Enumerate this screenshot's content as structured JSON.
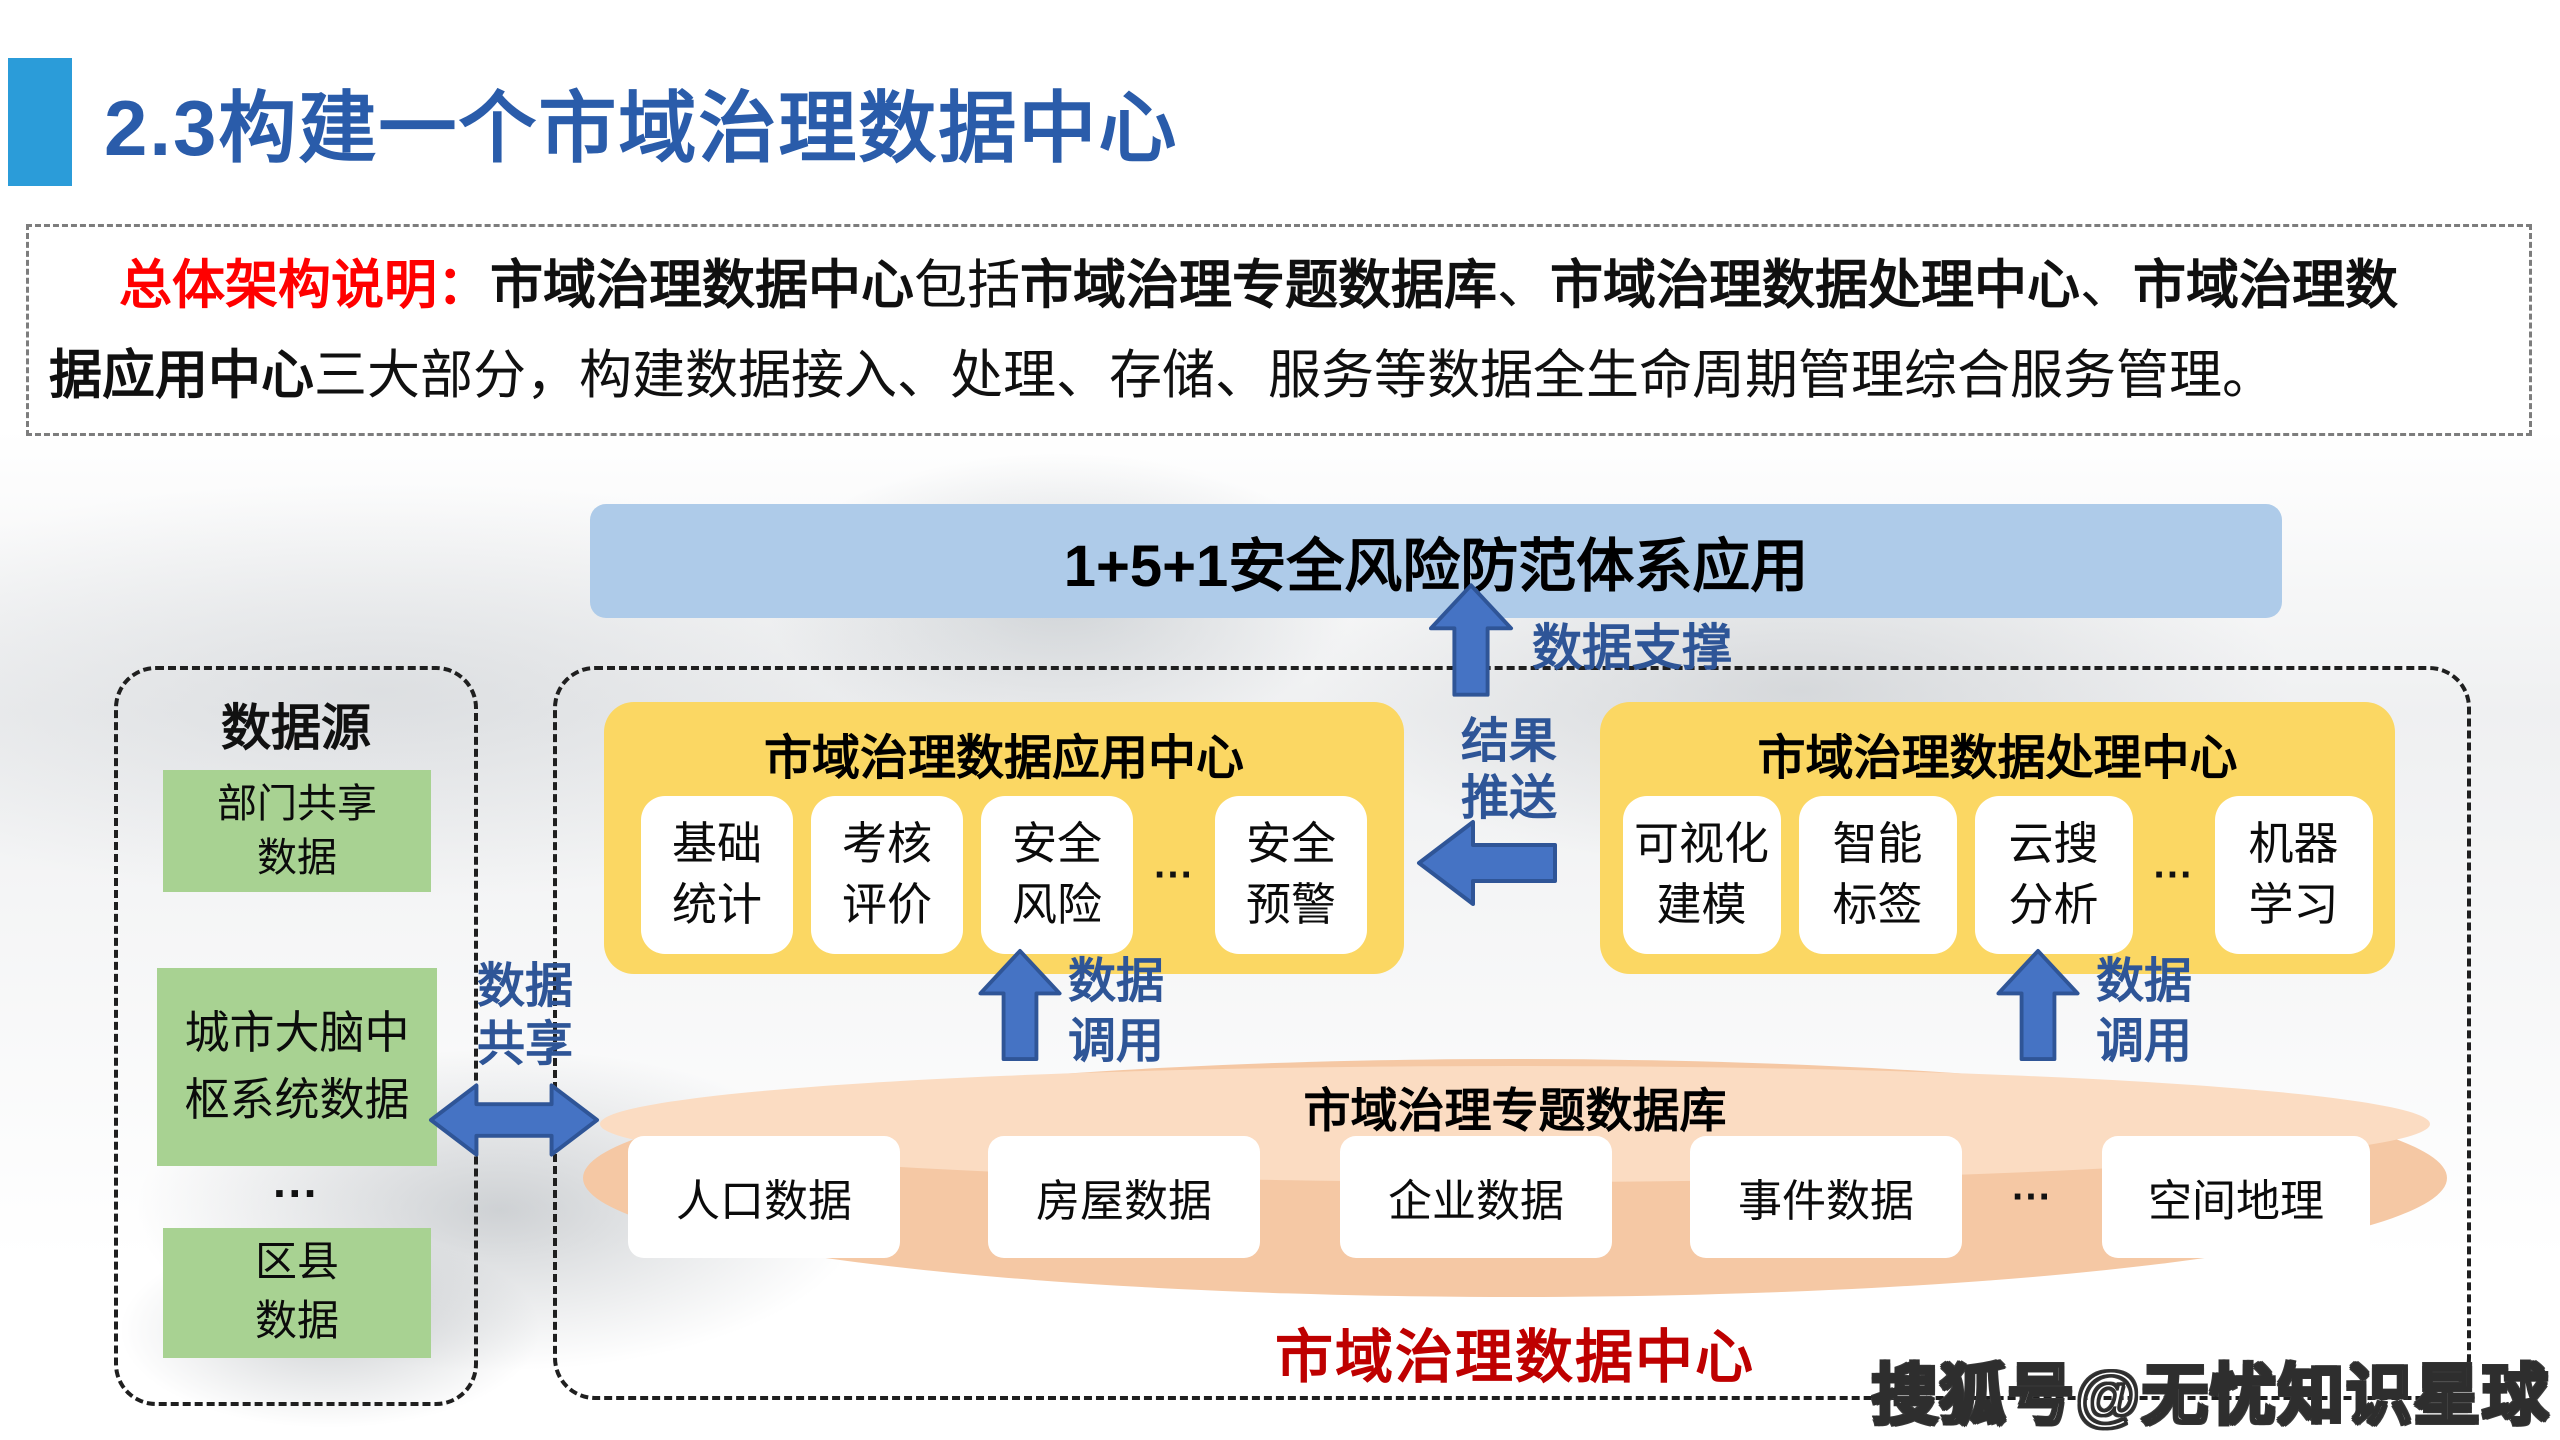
{
  "colors": {
    "accent": "#2B9CD9",
    "title-blue": "#2A5CAA",
    "banner": "#AECBE9",
    "yellow": "#FBD763",
    "green": "#A8D292",
    "peach": "#F5C8A4",
    "peach-light": "#FBDCC2",
    "arrow-fill": "#4573C4",
    "arrow-stroke": "#2F5597",
    "label-blue": "#2E5597",
    "red": "#FF0000",
    "dark-red": "#BE0000"
  },
  "page": {
    "title": "2.3构建一个市域治理数据中心"
  },
  "description": {
    "segments": [
      {
        "text": "总体架构说明：",
        "style": "red"
      },
      {
        "text": "市域治理数据中心",
        "style": "bold"
      },
      {
        "text": "包括",
        "style": "normal"
      },
      {
        "text": "市域治理专题数据库",
        "style": "bold"
      },
      {
        "text": "、",
        "style": "normal"
      },
      {
        "text": "市域治理数据处理中心",
        "style": "bold"
      },
      {
        "text": "、",
        "style": "normal"
      },
      {
        "text": "市域治理数据应用中心",
        "style": "bold"
      },
      {
        "text": "三大部分，构建数据接入、处理、存储、服务等数据全生命周期管理综合服务管理。",
        "style": "normal"
      }
    ]
  },
  "banner": {
    "label": "1+5+1安全风险防范体系应用"
  },
  "flow_labels": {
    "support": "数据支撑",
    "push": "结果\n推送",
    "share": "数据\n共享",
    "call_left": "数据\n调用",
    "call_right": "数据\n调用"
  },
  "data_source": {
    "title": "数据源",
    "boxes": [
      "部门共享\n数据",
      "城市大脑中\n枢系统数据",
      "区县\n数据"
    ],
    "dots": "···"
  },
  "app_center": {
    "title": "市域治理数据应用中心",
    "items": [
      "基础\n统计",
      "考核\n评价",
      "安全\n风险",
      "安全\n预警"
    ],
    "dots": "···"
  },
  "proc_center": {
    "title": "市域治理数据处理中心",
    "items": [
      "可视化\n建模",
      "智能\n标签",
      "云搜\n分析",
      "机器\n学习"
    ],
    "dots": "···"
  },
  "database": {
    "title": "市域治理专题数据库",
    "items": [
      "人口数据",
      "房屋数据",
      "企业数据",
      "事件数据",
      "空间地理"
    ],
    "dots": "···"
  },
  "footer": {
    "caption": "市域治理数据中心"
  },
  "watermark": {
    "text": "搜狐号@无忧知识星球"
  }
}
